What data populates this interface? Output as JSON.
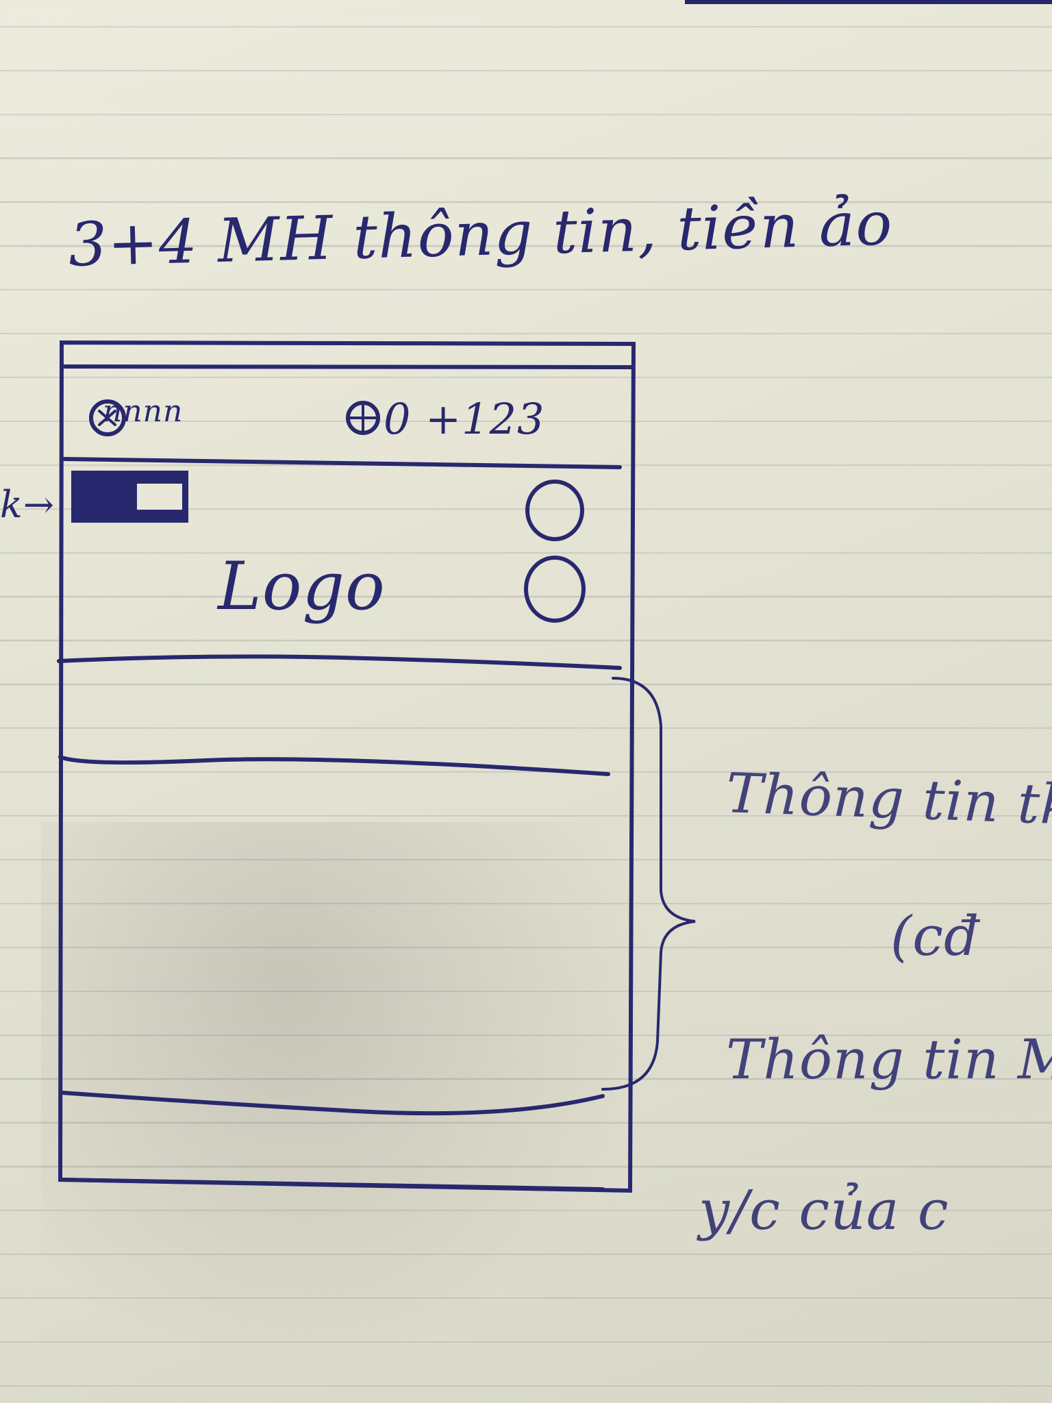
{
  "heading": "3+4 MH thông tin, tiền ảo",
  "wireframe": {
    "status_bar": {
      "left_text": "nnnn",
      "right_text": "0 +123"
    },
    "header": {
      "logo_text": "Logo"
    },
    "left_marker": "k→"
  },
  "side_notes": {
    "account_info": "Thông tin tk",
    "paren": "(cđ",
    "member_info": "Thông tin M",
    "request": "y/c của c"
  },
  "colors": {
    "ink": "#28286e",
    "paper": "#e4e3d3"
  }
}
